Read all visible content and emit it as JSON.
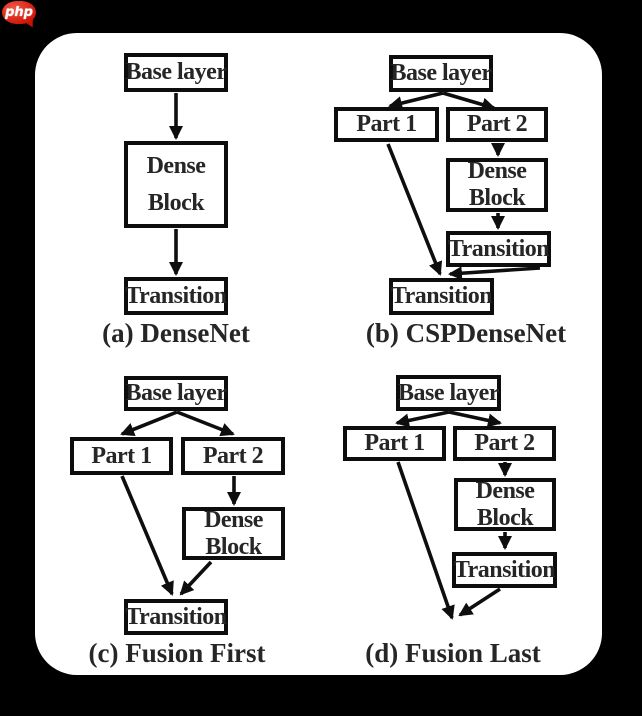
{
  "logo": {
    "text": "php"
  },
  "figure": {
    "panels": [
      {
        "id": "a",
        "caption": "(a) DenseNet",
        "nodes": {
          "base": "Base layer",
          "dense": "Dense Block",
          "transition": "Transition"
        }
      },
      {
        "id": "b",
        "caption": "(b) CSPDenseNet",
        "nodes": {
          "base": "Base layer",
          "part1": "Part 1",
          "part2": "Part 2",
          "dense": "Dense Block",
          "transition1": "Transition",
          "transition2": "Transition"
        }
      },
      {
        "id": "c",
        "caption": "(c) Fusion First",
        "nodes": {
          "base": "Base layer",
          "part1": "Part 1",
          "part2": "Part 2",
          "dense": "Dense Block",
          "transition": "Transition"
        }
      },
      {
        "id": "d",
        "caption": "(d) Fusion Last",
        "nodes": {
          "base": "Base layer",
          "part1": "Part 1",
          "part2": "Part 2",
          "dense": "Dense Block",
          "transition": "Transition"
        }
      }
    ],
    "colors": {
      "page_bg": "#000000",
      "card_bg": "#ffffff",
      "box_border": "#0d0d0d",
      "text": "#262626",
      "logo_red": "#d01808"
    }
  }
}
